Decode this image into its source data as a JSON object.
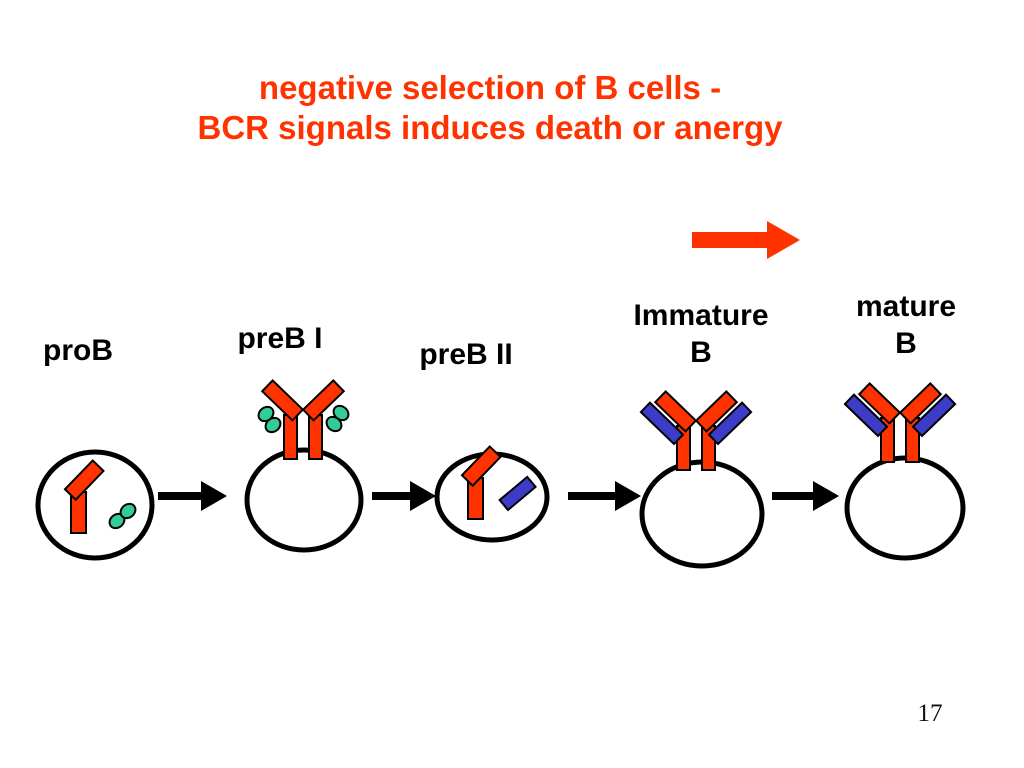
{
  "slide": {
    "title": {
      "line1": "negative selection of B cells -",
      "line2": "BCR signals induces death or anergy"
    },
    "page_number": "17"
  },
  "stages": [
    {
      "label": "proB",
      "receptor": "none",
      "cytoplasm": [
        "mu-heavy-chain-icon",
        "surrogate-light-chain-icon"
      ]
    },
    {
      "label": "preB I",
      "receptor": "pre-bcr-icon",
      "cytoplasm": []
    },
    {
      "label": "preB II",
      "receptor": "none",
      "cytoplasm": [
        "mu-heavy-chain-icon",
        "light-chain-icon"
      ]
    },
    {
      "label": "Immature\nB",
      "receptor": "bcr-icon",
      "cytoplasm": []
    },
    {
      "label": "mature\nB",
      "receptor": "bcr-icon",
      "cytoplasm": []
    }
  ],
  "arrows": {
    "progression_arrow_count": 4,
    "selection_arrow": "red-right-arrow-icon"
  },
  "colors": {
    "red": "#ff3300",
    "blue": "#3c3cc8",
    "teal": "#33cc99",
    "background": "#ffffff"
  }
}
